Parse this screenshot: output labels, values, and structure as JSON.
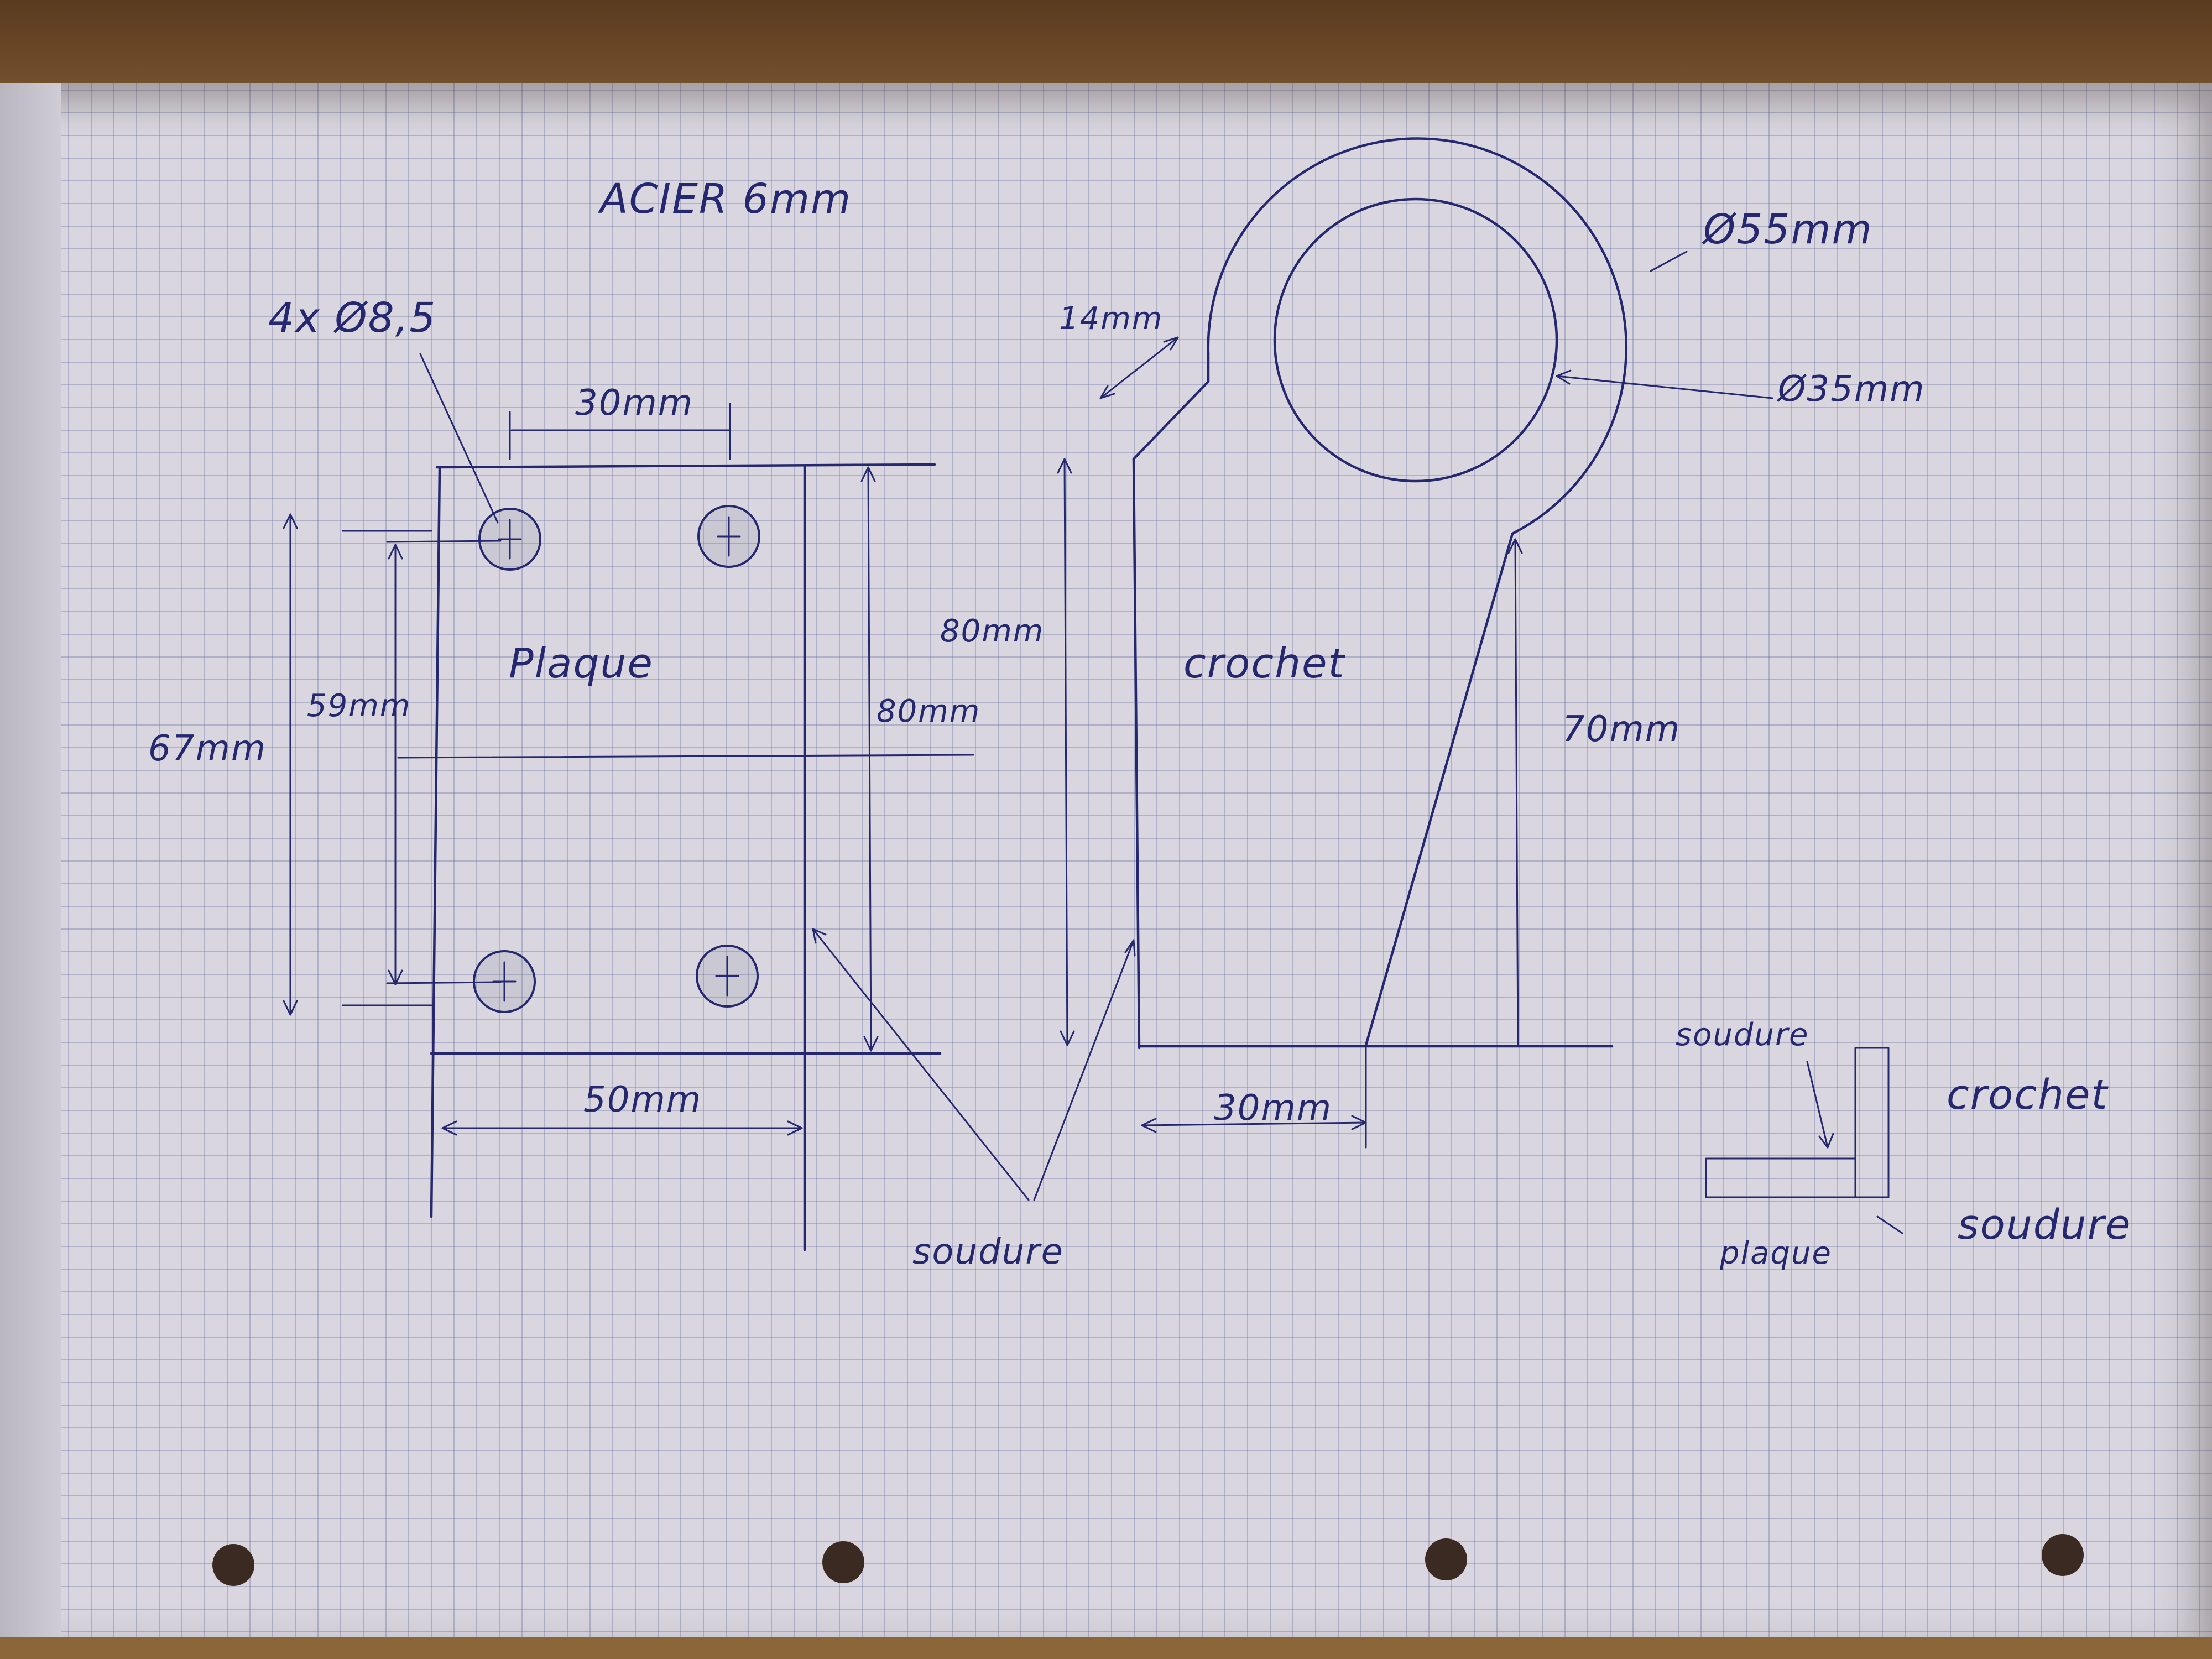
{
  "title": "ACIER 6mm",
  "plate": {
    "label": "Plaque",
    "holes_note": "4x Ø8,5",
    "dim_hole_spacing_h": "30mm",
    "dim_width": "50mm",
    "dim_height_outer": "67mm",
    "dim_hole_spacing_v": "59mm",
    "dim_right_edge": "80mm"
  },
  "hook": {
    "label": "crochet",
    "dim_height": "80mm",
    "dim_chamfer": "14mm",
    "dim_outer_diameter": "Ø55mm",
    "dim_inner_diameter": "Ø35mm",
    "dim_ring_height": "70mm",
    "dim_base": "30mm"
  },
  "weld_label": "soudure",
  "detail": {
    "weld_top": "soudure",
    "weld_bottom": "soudure",
    "hook_label": "crochet",
    "plate_label": "plaque"
  },
  "colors": {
    "ink": "#25286e",
    "paper": "#d9d6df",
    "grid": "#8a90b4"
  }
}
